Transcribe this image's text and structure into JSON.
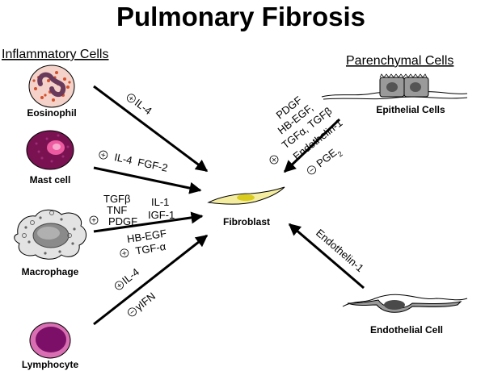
{
  "title": "Pulmonary Fibrosis",
  "headers": {
    "inflammatory": "Inflammatory Cells",
    "parenchymal": "Parenchymal Cells"
  },
  "cells": {
    "eosinophil": "Eosinophil",
    "mast": "Mast cell",
    "macrophage": "Macrophage",
    "lymphocyte": "Lymphocyte",
    "fibroblast": "Fibroblast",
    "epithelial": "Epithelial Cells",
    "endothelial": "Endothelial Cell"
  },
  "arrow_labels": {
    "eos_il4": "IL-4",
    "mast_line": "IL-4  FGF-2",
    "mac_tgfb": "TGFβ",
    "mac_tnf": "TNF",
    "mac_pdgf": "PDGF",
    "mac_il1": "IL-1",
    "mac_igf1": "IGF-1",
    "mac_hbegf": "HB-EGF",
    "mac_tgfa": "TGF-α",
    "lym_il4": "IL-4",
    "lym_ifn": "γIFN",
    "epi_pdgf": "PDGF",
    "epi_hbegf": "HB-EGF,",
    "epi_tgf": "TGFα, TGFβ",
    "epi_endo": "Endothelin-1",
    "epi_pge2": "PGE",
    "epi_pge2_sub": "2",
    "endo_endo": "Endothelin-1"
  },
  "symbols": {
    "plus": "+",
    "minus": "−",
    "times": "×"
  },
  "colors": {
    "eosinophil_body": "#f4d2c9",
    "eosinophil_granule": "#d5502b",
    "eosinophil_nucleus": "#6a3a5c",
    "mast_body": "#7a1252",
    "mast_nucleus": "#ee5aa0",
    "lymphocyte_body": "#d96fb2",
    "lymphocyte_nucleus": "#7c1068",
    "fibroblast_body": "#f4eda0",
    "fibroblast_nucleus": "#d9cc1e",
    "macrophage_body": "#e3e3e3",
    "macrophage_nucleus": "#8a8a8a",
    "cell_gray": "#9a9a9a",
    "endothelial_nucleus": "#4a4a4a"
  }
}
